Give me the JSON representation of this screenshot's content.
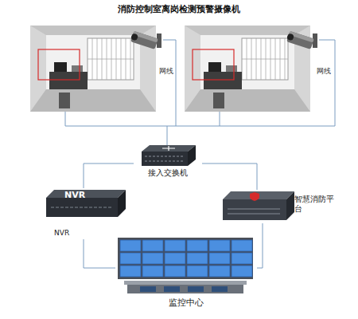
{
  "diagram": {
    "title": "消防控制室离岗检测预警摄像机",
    "nodes": [
      {
        "text": [
          "接入交换机"
        ]
      },
      {
        "text": [
          "NVR",
          "NVR"
        ]
      },
      {
        "text": [
          "智慧消防平台"
        ]
      },
      {
        "text": [
          "监控中心"
        ]
      }
    ],
    "edges": [
      {
        "from": 0,
        "to": 1,
        "arrow": "none"
      },
      {
        "from": 0,
        "to": 2,
        "arrow": "none"
      },
      {
        "from": 1,
        "to": 3,
        "arrow": "none"
      },
      {
        "from": 2,
        "to": 3,
        "arrow": "none"
      }
    ],
    "labels": [
      "网线",
      "网线"
    ]
  }
}
